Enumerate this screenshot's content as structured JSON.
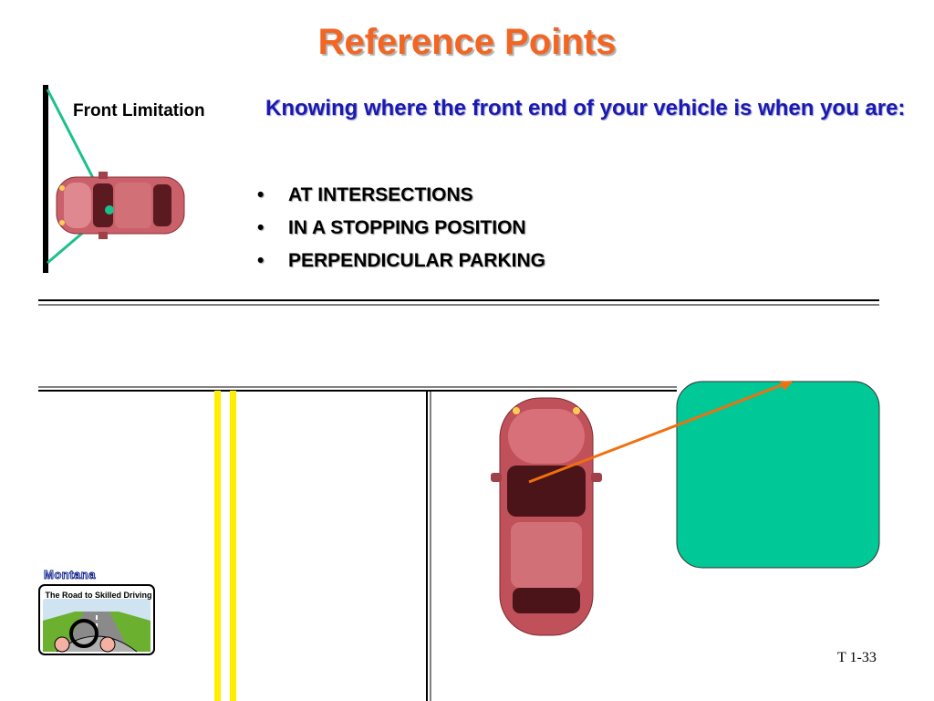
{
  "title": "Reference Points",
  "front_label": "Front Limitation",
  "intro": "Knowing where the front end of your vehicle is when you are:",
  "bullets": [
    "AT INTERSECTIONS",
    "IN A STOPPING POSITION",
    "PERPENDICULAR PARKING"
  ],
  "slide_number": "T 1-33",
  "logo": {
    "state": "Montana",
    "caption": "The Road to Skilled Driving"
  },
  "colors": {
    "title": "#f26522",
    "intro": "#1a1ab0",
    "sight_line": "#1cc08a",
    "green_zone": "#00c896",
    "arrow": "#f07010",
    "car": "#c0505a",
    "lane_line": "#ffee00"
  }
}
